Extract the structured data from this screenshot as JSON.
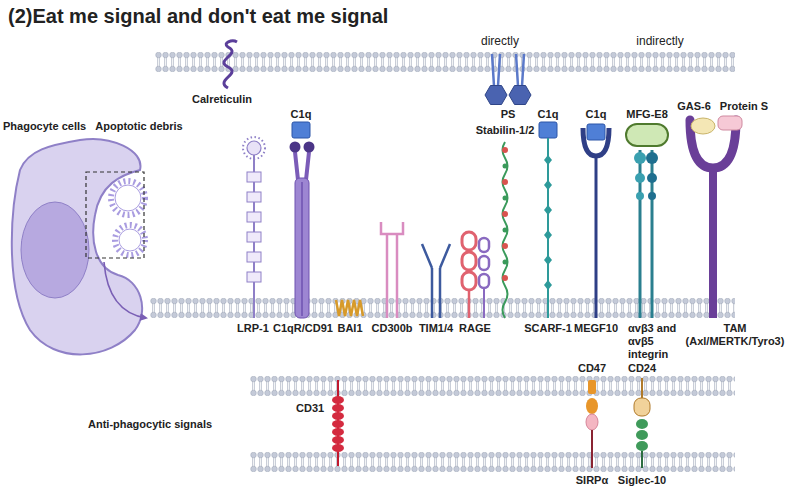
{
  "diagram": {
    "title": "(2)Eat me signal and don't eat me signal",
    "labels": [
      "directly",
      "indirectly",
      "Phagocyte cells",
      "Apoptotic debris",
      "Calreticulin",
      "C1q",
      "PS",
      "Stabilin-1/2",
      "C1q",
      "C1q",
      "MFG-E8",
      "GAS-6",
      "Protein S",
      "LRP-1",
      "C1qR/CD91",
      "BAI1",
      "CD300b",
      "TIM1/4",
      "RAGE",
      "SCARF-1",
      "MEGF10",
      "αvβ3 and αvβ5 integrin",
      "TAM (Axl/MERTK/Tyro3)",
      "CD47",
      "CD24",
      "Anti-phagocytic signals",
      "CD31",
      "SIRPα",
      "Siglec-10"
    ]
  }
}
